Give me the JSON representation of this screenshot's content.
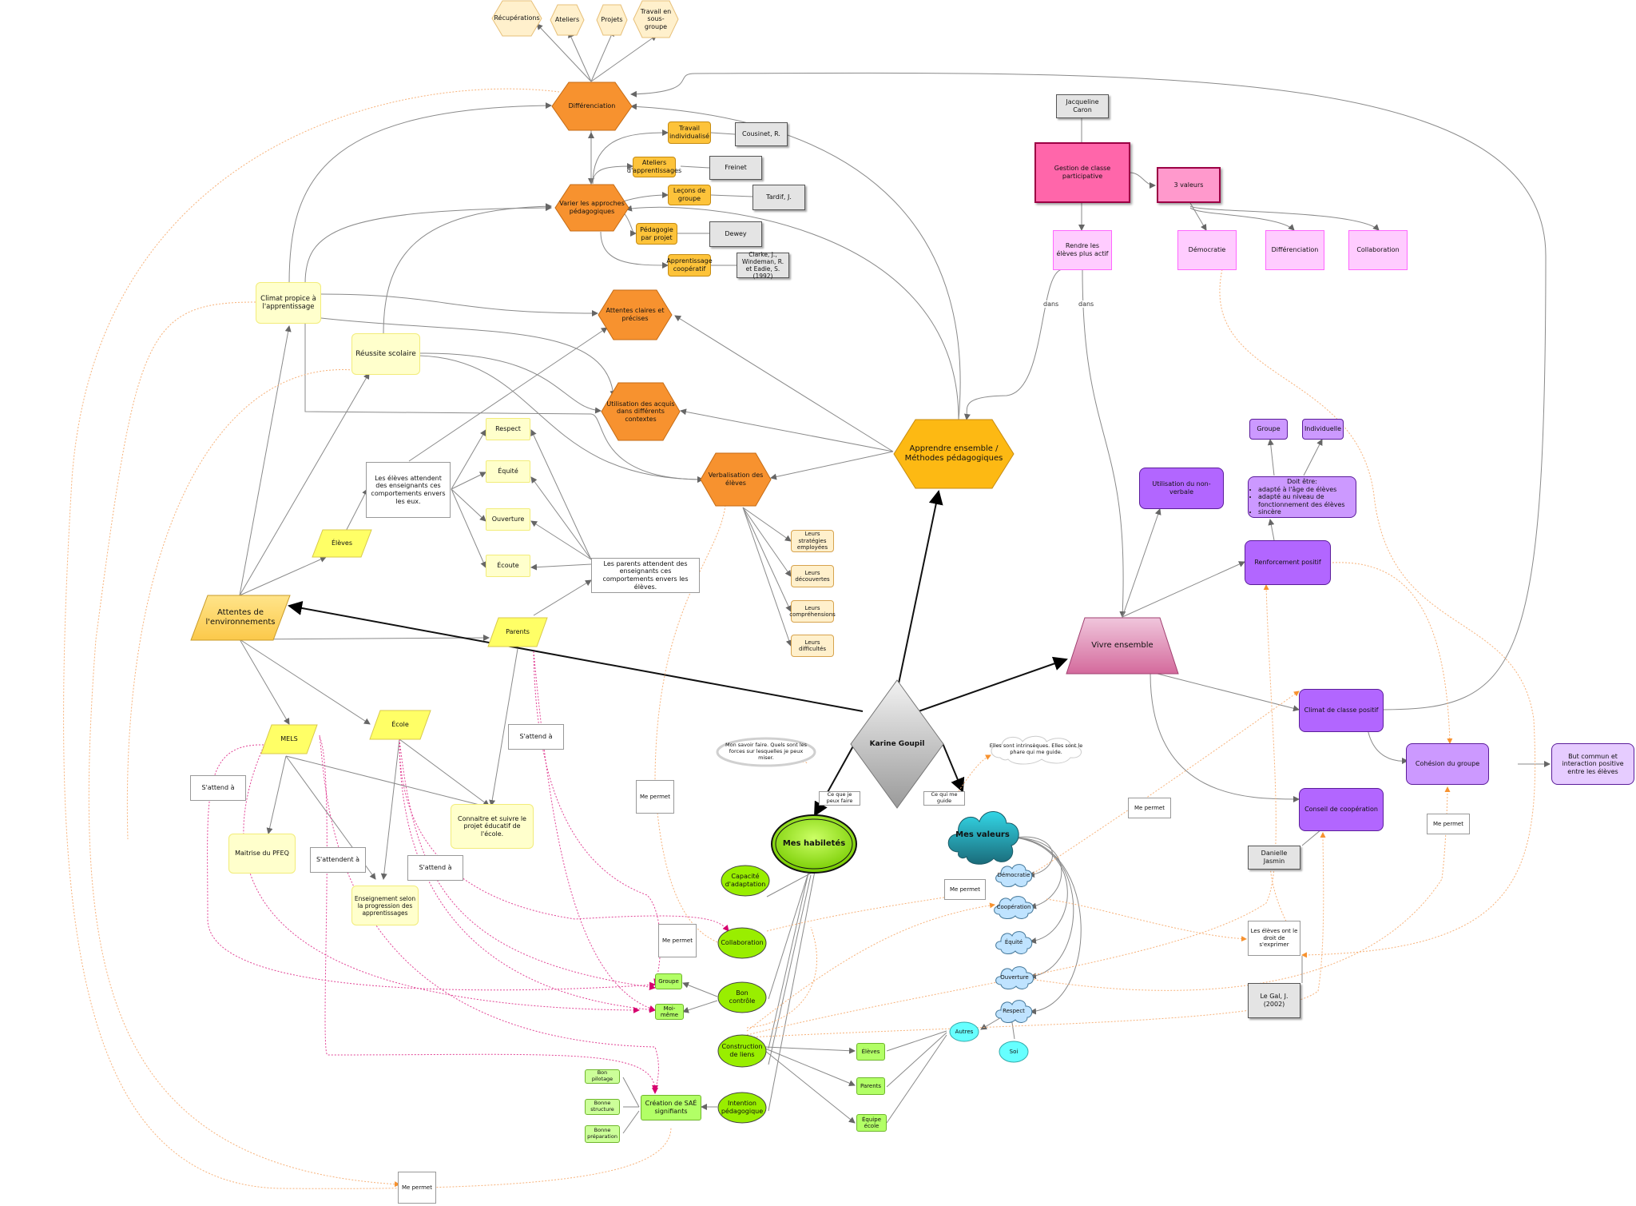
{
  "colors": {
    "orange_hex": "#f7922f",
    "gold_hex": "#fdb913",
    "yellow_para": "#ffff66",
    "pink_dark": "#ff66aa",
    "pink_light": "#ffccff",
    "purple": "#b266ff",
    "green": "#99ff00",
    "cyan": "#33cccc"
  },
  "nodes": {
    "recuperations": "Récupérations",
    "ateliers": "Ateliers",
    "projets": "Projets",
    "travail_sous_groupe": "Travail en sous-groupe",
    "differenciation": "Différenciation",
    "travail_individualise": "Travail individualisé",
    "cousinet": "Cousinet, R.",
    "ateliers_apprentissages": "Ateliers d'apprentissages",
    "freinet": "Freinet",
    "lecons_de_groupe": "Leçons de groupe",
    "tardif": "Tardif, J.",
    "varier_approches": "Varier les approches pédagogiques",
    "pedagogie_projet": "Pédagogie par projet",
    "dewey": "Dewey",
    "apprentissage_coop": "Apprentissage coopératif",
    "clarke": "Clarke, J., Windeman, R. et Eadie, S. (1992)",
    "jacqueline_caron": "Jacqueline Caron",
    "gestion_classe": "Gestion de classe participative",
    "trois_valeurs": "3 valeurs",
    "rendre_eleves": "Rendre les élèves plus actif",
    "democratie_p": "Démocratie",
    "differenciation_p": "Différenciation",
    "collaboration_p": "Collaboration",
    "climat_propice": "Climat propice à l'apprentissage",
    "reussite_scolaire": "Réussite scolaire",
    "attentes_claires": "Attentes claires et précises",
    "utilisation_acquis": "Utilisation des acquis dans différents contextes",
    "apprendre_ensemble": "Apprendre ensemble / Méthodes pédagogiques",
    "verbalisation": "Verbalisation des élèves",
    "respect_y": "Respect",
    "equite_y": "Équité",
    "ouverture_y": "Ouverture",
    "ecoute_y": "Écoute",
    "eleves_attendent": "Les élèves attendent des enseignants ces comportements envers les eux.",
    "parents_attendent": "Les parents attendent des enseignants ces comportements envers les élèves.",
    "strategies": "Leurs stratégies employées",
    "decouvertes": "Leurs découvertes",
    "comprehensions": "Leurs compréhensions",
    "difficultes": "Leurs difficultés",
    "eleves_para": "Élèves",
    "parents_para": "Parents",
    "attentes_env": "Attentes de l'environnements",
    "mels": "MELS",
    "ecole": "École",
    "s_attend_a_1": "S'attend à",
    "s_attend_a_2": "S'attend à",
    "s_attend_a_3": "S'attend à",
    "s_attendent_a": "S'attendent à",
    "maitrise_pfeq": "Maitrise du PFEQ",
    "enseignement_selon": "Enseignement selon la progression des apprentissages",
    "connaitre_projet": "Connaitre et suivre le projet éducatif de l'école.",
    "karine": "Karine Goupil",
    "vivre_ensemble": "Vivre ensemble",
    "utilisation_non_verbale": "Utilisation du non-verbale",
    "groupe_p": "Groupe",
    "individuelle": "Individuelle",
    "doit_etre": "Doit être:",
    "doit_items": [
      "adapté à l'âge de élèves",
      "adapté au niveau de fonctionnement des élèves",
      "sincère"
    ],
    "renforcement": "Renforcement positif",
    "climat_positif": "Climat de classe positif",
    "cohesion": "Cohésion du groupe",
    "but_commun": "But commun et interaction positive entre les élèves",
    "conseil_coop": "Conseil de coopération",
    "danielle": "Danielle Jasmin",
    "eleves_droit": "Les élèves ont le droit de s'exprimer",
    "le_gal": "Le Gal, J. (2002)",
    "mon_savoir": "Mon savoir faire. Quels sont les forces sur lesquelles je peux miser.",
    "elles_sont": "Elles sont intrinsèques. Elles sont le phare qui me guide.",
    "ce_que_je_peux": "Ce que je peux faire",
    "ce_qui_me_guide": "Ce qui me guide",
    "mes_habiletes": "Mes habiletés",
    "mes_valeurs": "Mes valeurs",
    "capacite": "Capacité d'adaptation",
    "collaboration_g": "Collaboration",
    "bon_controle": "Bon contrôle",
    "construction": "Construction de liens",
    "intention": "Intention pédagogique",
    "groupe_g": "Groupe",
    "moi_meme": "Moi-même",
    "eleves_g": "Élèves",
    "parents_g": "Parents",
    "equipe_ecole": "Équipe école",
    "creation_sae": "Création de SAÉ signifiants",
    "bon_pilotage": "Bon pilotage",
    "bonne_structure": "Bonne structure",
    "bonne_preparation": "Bonne préparation",
    "democratie_c": "Démocratie",
    "cooperation_c": "Coopération",
    "equite_c": "Équité",
    "ouverture_c": "Ouverture",
    "respect_c": "Respect",
    "autres": "Autres",
    "soi": "Soi",
    "me_permet": "Me permet",
    "dans": "dans"
  }
}
